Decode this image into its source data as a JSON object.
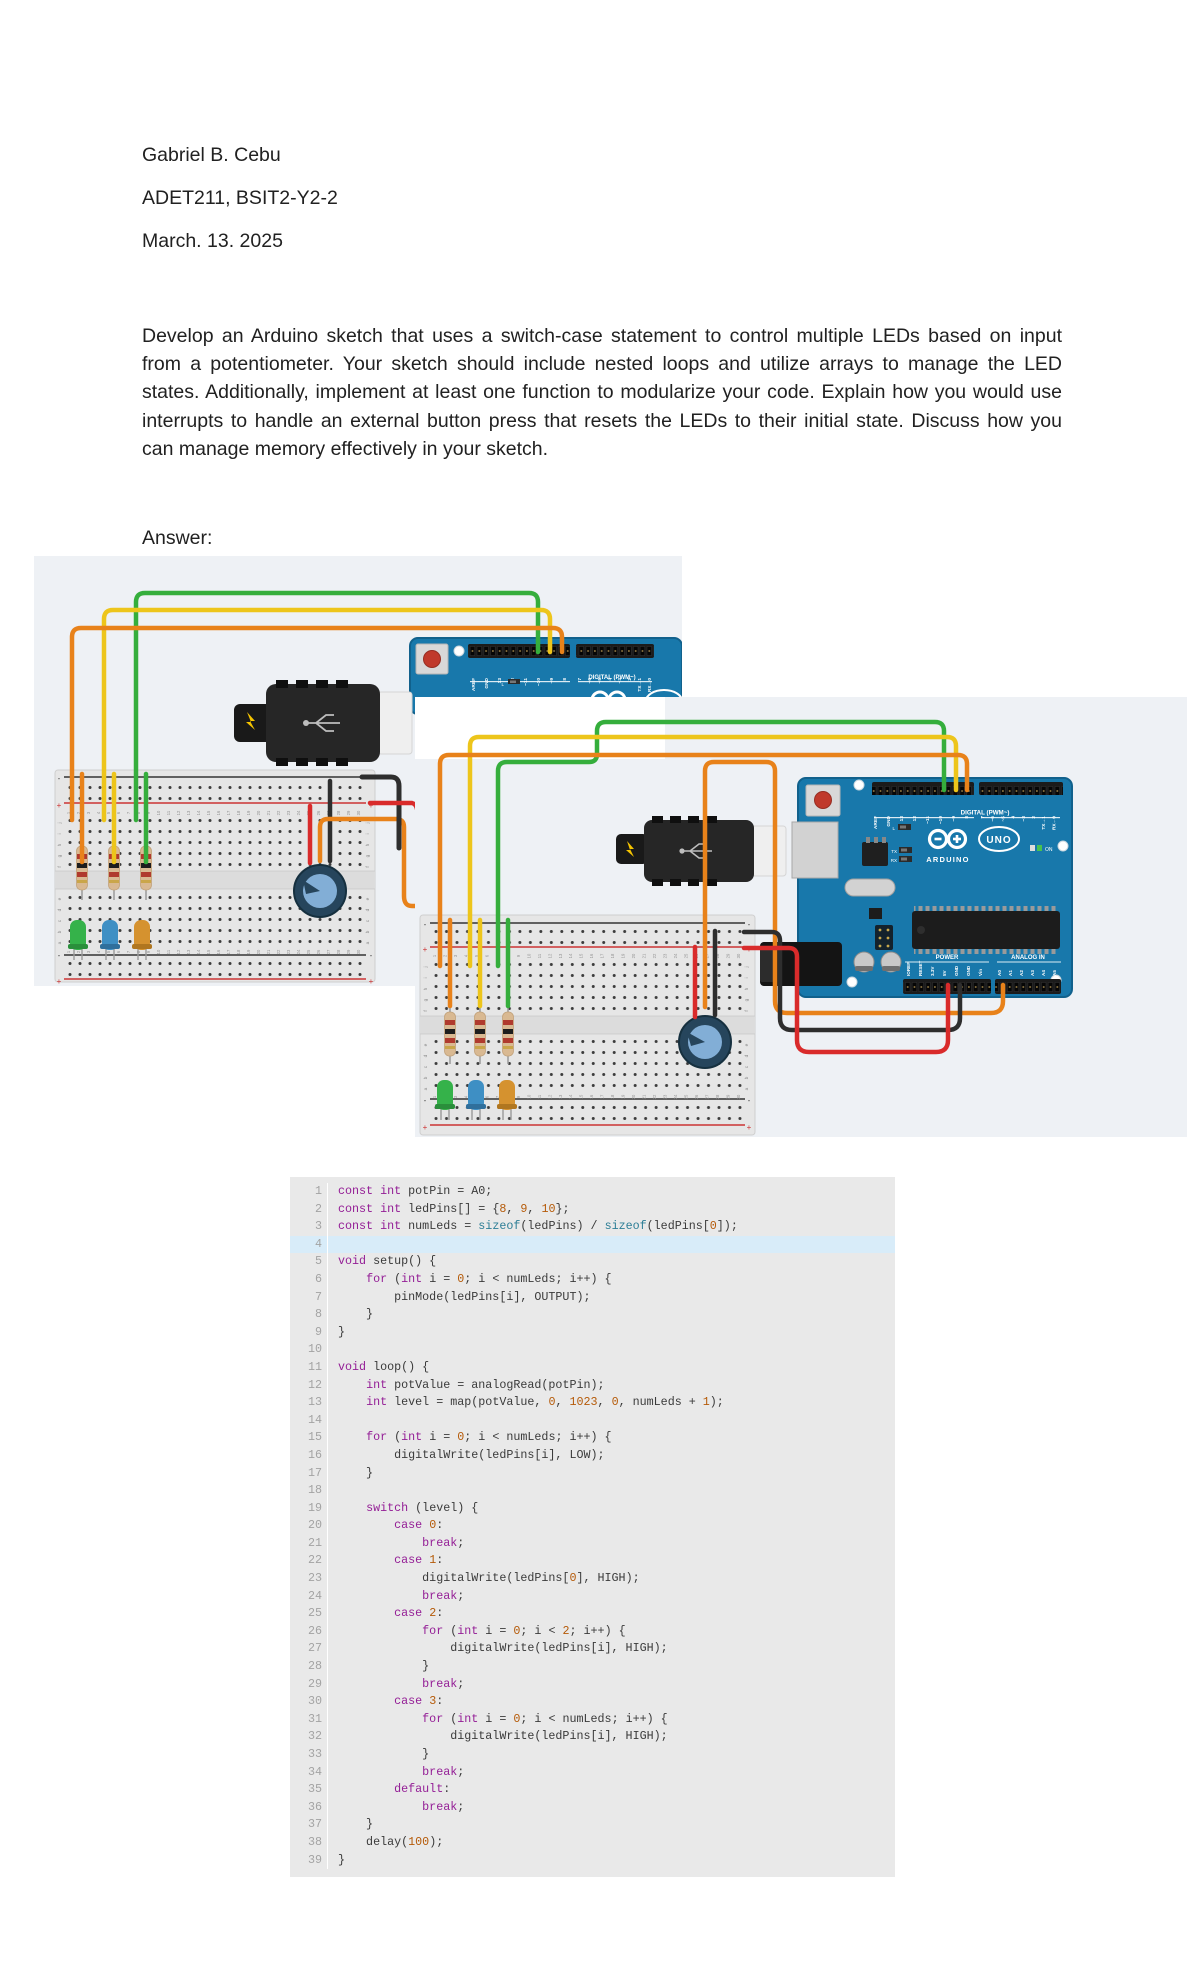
{
  "doc": {
    "author": "Gabriel B. Cebu",
    "course": "ADET211, BSIT2-Y2-2",
    "date": "March. 13. 2025",
    "question": "Develop an Arduino sketch that uses a switch-case statement to control multiple LEDs based on input from a potentiometer. Your sketch should include nested loops and utilize arrays to manage the LED states. Additionally, implement at least one function to modularize your code. Explain how you would use interrupts to handle an external button press that resets the LEDs to their initial state. Discuss how you can manage memory effectively in your sketch.",
    "answer_label": "Answer:"
  },
  "circuit": {
    "arduino": {
      "brand": "ARDUINO",
      "model": "UNO",
      "digital_label": "DIGITAL (PWM~)",
      "power_label": "POWER",
      "analog_label": "ANALOG IN",
      "on_label": "ON",
      "led_labels": {
        "l": "L",
        "tx": "TX",
        "rx": "RX"
      },
      "digital_pins": [
        "AREF",
        "GND",
        "13",
        "12",
        "~11",
        "~10",
        "~9",
        "8",
        "7",
        "~6",
        "~5",
        "4",
        "~3",
        "2",
        "TX→1",
        "RX←0"
      ],
      "power_pins": [
        "IOREF",
        "RESET",
        "3.3V",
        "5V",
        "GND",
        "GND",
        "Vin"
      ],
      "analog_pins": [
        "A0",
        "A1",
        "A2",
        "A3",
        "A4",
        "A5"
      ]
    },
    "breadboard": {
      "rows_top": [
        "j",
        "i",
        "h",
        "g",
        "f"
      ],
      "rows_bottom": [
        "e",
        "d",
        "c",
        "b",
        "a"
      ],
      "columns": 30,
      "plus": "+",
      "minus": "-"
    },
    "colors": {
      "board_blue": "#1878ab",
      "wire_orange": "#e8821a",
      "wire_yellow": "#edc51b",
      "wire_green": "#35ae3c",
      "wire_red": "#d92b2b",
      "wire_black": "#2e2e2e",
      "led_colors": [
        "#35b24a",
        "#3e8fc4",
        "#d5922f"
      ]
    }
  },
  "code": {
    "highlighted_line": 4,
    "lines": [
      "const int potPin = A0;",
      "const int ledPins[] = {8, 9, 10};",
      "const int numLeds = sizeof(ledPins) / sizeof(ledPins[0]);",
      "",
      "void setup() {",
      "    for (int i = 0; i < numLeds; i++) {",
      "        pinMode(ledPins[i], OUTPUT);",
      "    }",
      "}",
      "",
      "void loop() {",
      "    int potValue = analogRead(potPin);",
      "    int level = map(potValue, 0, 1023, 0, numLeds + 1);",
      "",
      "    for (int i = 0; i < numLeds; i++) {",
      "        digitalWrite(ledPins[i], LOW);",
      "    }",
      "",
      "    switch (level) {",
      "        case 0:",
      "            break;",
      "        case 1:",
      "            digitalWrite(ledPins[0], HIGH);",
      "            break;",
      "        case 2:",
      "            for (int i = 0; i < 2; i++) {",
      "                digitalWrite(ledPins[i], HIGH);",
      "            }",
      "            break;",
      "        case 3:",
      "            for (int i = 0; i < numLeds; i++) {",
      "                digitalWrite(ledPins[i], HIGH);",
      "            }",
      "            break;",
      "        default:",
      "            break;",
      "    }",
      "    delay(100);",
      "}"
    ]
  }
}
